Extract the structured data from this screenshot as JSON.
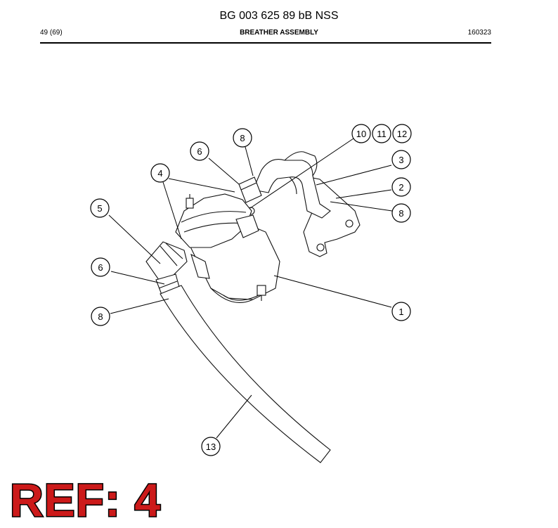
{
  "header": {
    "document_number": "BG 003 625 89 bB NSS",
    "page": "49 (69)",
    "title": "BREATHER ASSEMBLY",
    "date_code": "160323"
  },
  "callouts": [
    "10",
    "11",
    "12",
    "3",
    "2",
    "8",
    "8",
    "6",
    "4",
    "5",
    "6",
    "8",
    "1",
    "13"
  ],
  "reference": "REF: 4"
}
